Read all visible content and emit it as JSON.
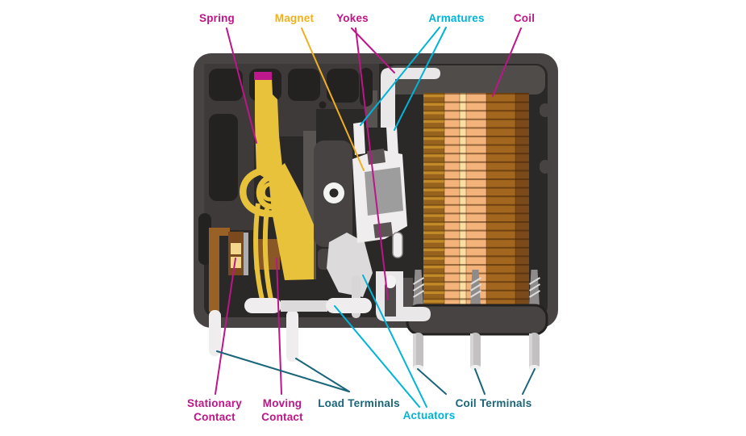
{
  "figure": {
    "type": "labeled-diagram",
    "subject": "Electromechanical relay internal components (cutaway view)"
  },
  "colors": {
    "magenta": "#BE1588",
    "gold": "#F0B01E",
    "cyan": "#00B4D8",
    "teal": "#1A6579",
    "case_shell": "#484444",
    "case_cavity": "#2B2828",
    "case_pocket": "#242121",
    "spring_yellow": "#E8C23A",
    "spring_cap_magenta": "#BE188C",
    "copper_strip": "#9A6127",
    "contact_pad_gold": "#F3D78E",
    "coil_light": "#F3B37B",
    "coil_pale_center": "#FBDFA2",
    "coil_mid_brown": "#A2661F",
    "coil_dark_brown": "#7C4A1A",
    "part_white": "#EFEDED",
    "magnet_gray": "#9E9D9D"
  },
  "labels": {
    "spring": {
      "text": "Spring",
      "color": "#BE1588"
    },
    "magnet": {
      "text": "Magnet",
      "color": "#F0B01E"
    },
    "yokes": {
      "text": "Yokes",
      "color": "#BE1588"
    },
    "armatures": {
      "text": "Armatures",
      "color": "#00B4D8"
    },
    "coil": {
      "text": "Coil",
      "color": "#BE1588"
    },
    "stationary_contact": {
      "line1": "Stationary",
      "line2": "Contact",
      "color": "#BE1588"
    },
    "moving_contact": {
      "line1": "Moving",
      "line2": "Contact",
      "color": "#BE1588"
    },
    "load_terminals": {
      "text": "Load Terminals",
      "color": "#1A6579"
    },
    "actuators": {
      "text": "Actuators",
      "color": "#00B4D8"
    },
    "coil_terminals": {
      "text": "Coil Terminals",
      "color": "#1A6579"
    }
  }
}
